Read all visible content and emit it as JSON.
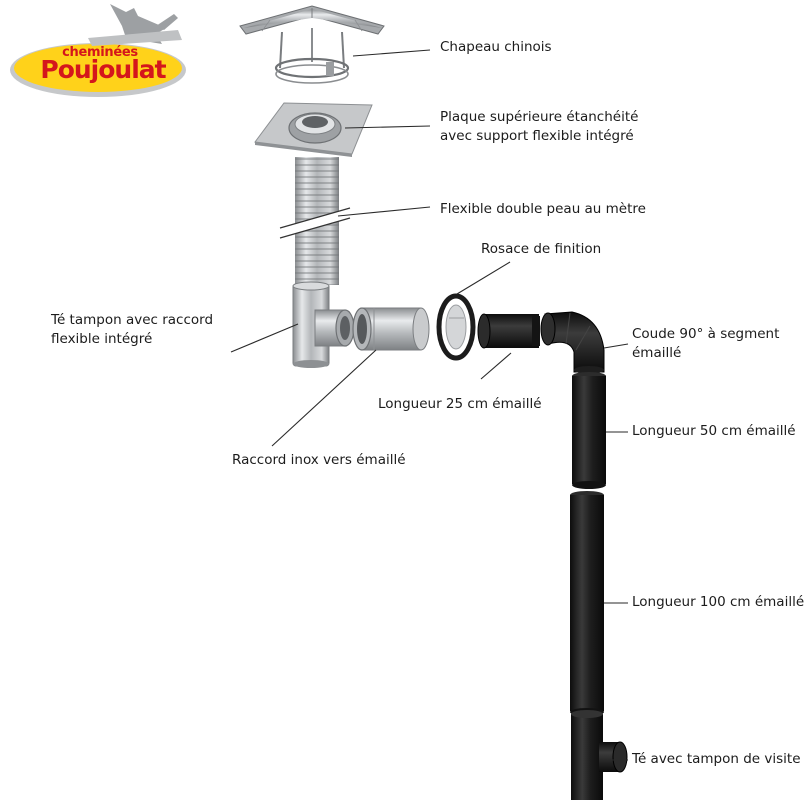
{
  "logo": {
    "line1": "cheminées",
    "line2": "Poujoulat"
  },
  "labels": [
    {
      "id": "chapeau",
      "text": "Chapeau chinois"
    },
    {
      "id": "plaque_1",
      "text": "Plaque supérieure étanchéité"
    },
    {
      "id": "plaque_2",
      "text": "avec support flexible intégré"
    },
    {
      "id": "flexible",
      "text": "Flexible double peau au mètre"
    },
    {
      "id": "rosace",
      "text": "Rosace de finition"
    },
    {
      "id": "te_tampon_1",
      "text": "Té tampon avec raccord"
    },
    {
      "id": "te_tampon_2",
      "text": "flexible intégré"
    },
    {
      "id": "coude_1",
      "text": "Coude 90° à segment"
    },
    {
      "id": "coude_2",
      "text": "émaillé"
    },
    {
      "id": "long25",
      "text": "Longueur 25 cm émaillé"
    },
    {
      "id": "long50",
      "text": "Longueur 50 cm émaillé"
    },
    {
      "id": "raccord",
      "text": "Raccord inox vers émaillé"
    },
    {
      "id": "long100",
      "text": "Longueur 100 cm émaillé"
    },
    {
      "id": "te_visite",
      "text": "Té avec tampon de visite"
    }
  ],
  "colors": {
    "brand_red": "#d4161c",
    "brand_yellow": "#ffd21a",
    "steel": "#b9bcbf",
    "enamel_black": "#1c1c1c"
  }
}
